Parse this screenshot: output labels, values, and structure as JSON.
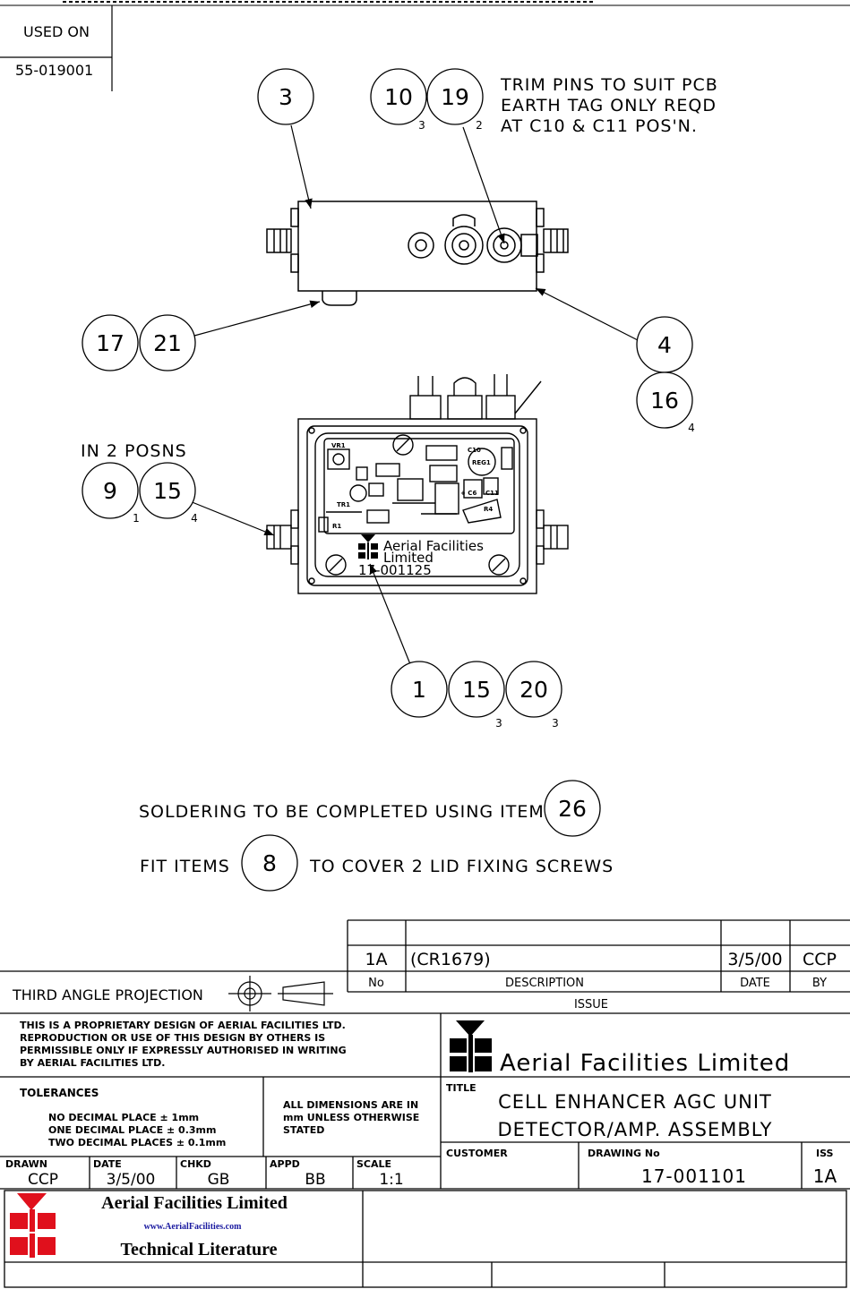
{
  "used_on": {
    "label": "USED ON",
    "value": "55-019001"
  },
  "notes": {
    "trim": [
      "TRIM PINS TO SUIT PCB",
      "EARTH TAG ONLY REQD",
      "AT C10 & C11 POS'N."
    ],
    "in_posns": "IN 2 POSNS",
    "soldering_prefix": "SOLDERING TO BE COMPLETED USING ITEM",
    "fit_prefix": "FIT ITEMS",
    "fit_suffix": "TO COVER 2 LID FIXING SCREWS"
  },
  "balloons": {
    "b3": "3",
    "b10": "10",
    "b10_qty": "3",
    "b19": "19",
    "b19_qty": "2",
    "b17": "17",
    "b21": "21",
    "b4": "4",
    "b16": "16",
    "b16_qty": "4",
    "b9": "9",
    "b9_qty": "1",
    "b15a": "15",
    "b15a_qty": "4",
    "b1": "1",
    "b15b": "15",
    "b15b_qty": "3",
    "b20": "20",
    "b20_qty": "3",
    "b26": "26",
    "b8": "8"
  },
  "pcb": {
    "labels": [
      "VR1",
      "C10",
      "REG1",
      "TR1",
      "R1",
      "R4",
      "C11",
      "+ C6"
    ],
    "brand_line1": "Aerial Facilities",
    "brand_line2": "Limited",
    "part_no": "17-001125"
  },
  "issue_table": {
    "row": {
      "no": "1A",
      "description": "(CR1679)",
      "date": "3/5/00",
      "by": "CCP"
    },
    "headers": {
      "no": "No",
      "description": "DESCRIPTION",
      "date": "DATE",
      "by": "BY"
    },
    "issue_label": "ISSUE"
  },
  "projection": "THIRD ANGLE PROJECTION",
  "proprietary": [
    "THIS IS A PROPRIETARY DESIGN OF AERIAL FACILITIES LTD.",
    "REPRODUCTION OR USE OF THIS DESIGN BY OTHERS IS",
    "PERMISSIBLE ONLY IF EXPRESSLY AUTHORISED IN WRITING",
    "BY AERIAL FACILITIES LTD."
  ],
  "company": "Aerial Facilities Limited",
  "tolerances": {
    "label": "TOLERANCES",
    "lines": [
      "NO DECIMAL PLACE ± 1mm",
      "ONE DECIMAL PLACE ± 0.3mm",
      "TWO DECIMAL PLACES ± 0.1mm"
    ]
  },
  "dimensions_note": [
    "ALL DIMENSIONS ARE IN",
    "mm UNLESS OTHERWISE",
    "STATED"
  ],
  "title_block": {
    "title_label": "TITLE",
    "title_line1": "CELL ENHANCER AGC UNIT",
    "title_line2": "DETECTOR/AMP. ASSEMBLY",
    "customer_label": "CUSTOMER",
    "customer_value": "",
    "drawing_no_label": "DRAWING No",
    "drawing_no": "17-001101",
    "iss_label": "ISS",
    "iss": "1A"
  },
  "signoff": {
    "drawn_label": "DRAWN",
    "drawn": "CCP",
    "date_label": "DATE",
    "date": "3/5/00",
    "chkd_label": "CHKD",
    "chkd": "GB",
    "appd_label": "APPD",
    "appd": "BB",
    "scale_label": "SCALE",
    "scale": "1:1"
  },
  "footer": {
    "company": "Aerial Facilities Limited",
    "url": "www.AerialFacilities.com",
    "subtitle": "Technical Literature"
  },
  "colors": {
    "logo_red": "#e0101c",
    "ink": "#000000"
  }
}
